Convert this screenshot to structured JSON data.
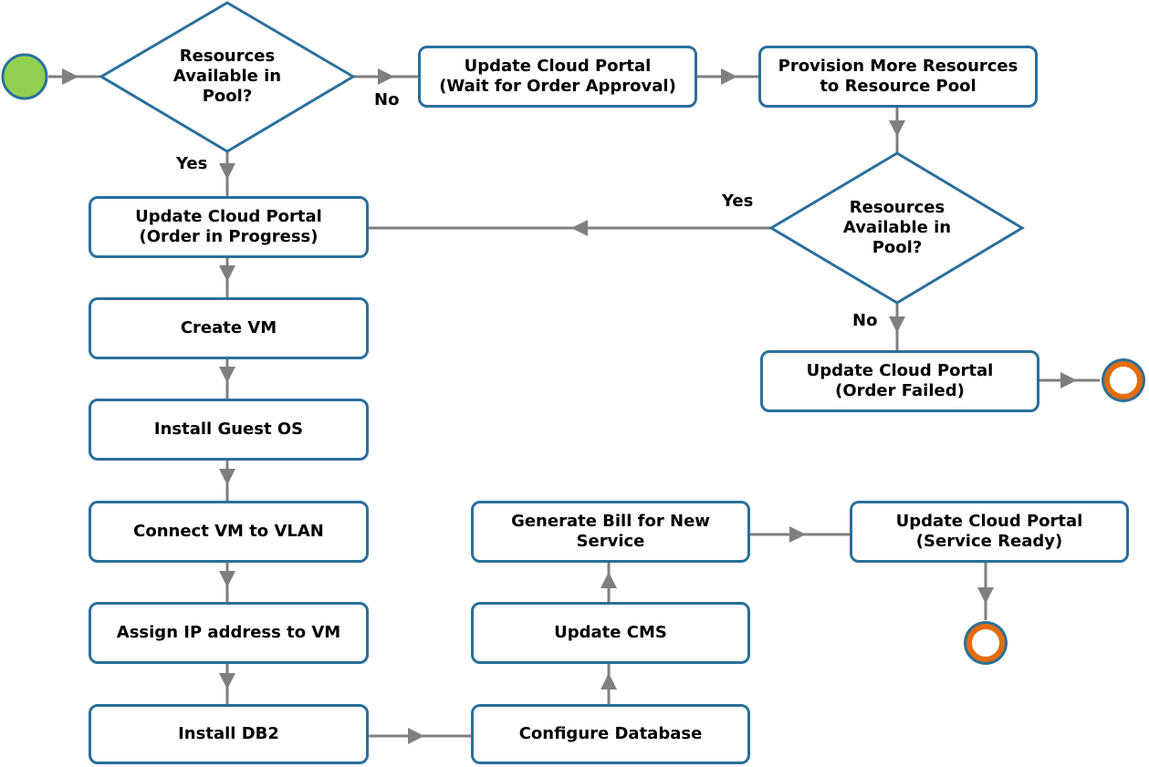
{
  "colors": {
    "box_border": "#2a6f9b",
    "connector": "#7f7f7f",
    "start_fill": "#92d050",
    "end_fill": "#e46c0a",
    "terminal_ring": "#2a6f9b"
  },
  "nodes": {
    "decision_1": "Resources\nAvailable in\nPool?",
    "update_wait_approval": "Update Cloud Portal\n(Wait for Order Approval)",
    "provision_resources": "Provision More Resources\nto Resource Pool",
    "decision_2": "Resources\nAvailable in\nPool?",
    "update_in_progress": "Update Cloud Portal\n(Order in Progress)",
    "create_vm": "Create VM",
    "install_guest_os": "Install Guest OS",
    "connect_vlan": "Connect VM to VLAN",
    "assign_ip": "Assign IP address to VM",
    "install_db2": "Install DB2",
    "configure_db": "Configure Database",
    "update_cms": "Update CMS",
    "generate_bill": "Generate Bill for New\nService",
    "update_service_ready": "Update Cloud Portal\n(Service Ready)",
    "update_order_failed": "Update Cloud Portal\n(Order Failed)"
  },
  "edge_labels": {
    "d1_no": "No",
    "d1_yes": "Yes",
    "d2_yes": "Yes",
    "d2_no": "No"
  }
}
